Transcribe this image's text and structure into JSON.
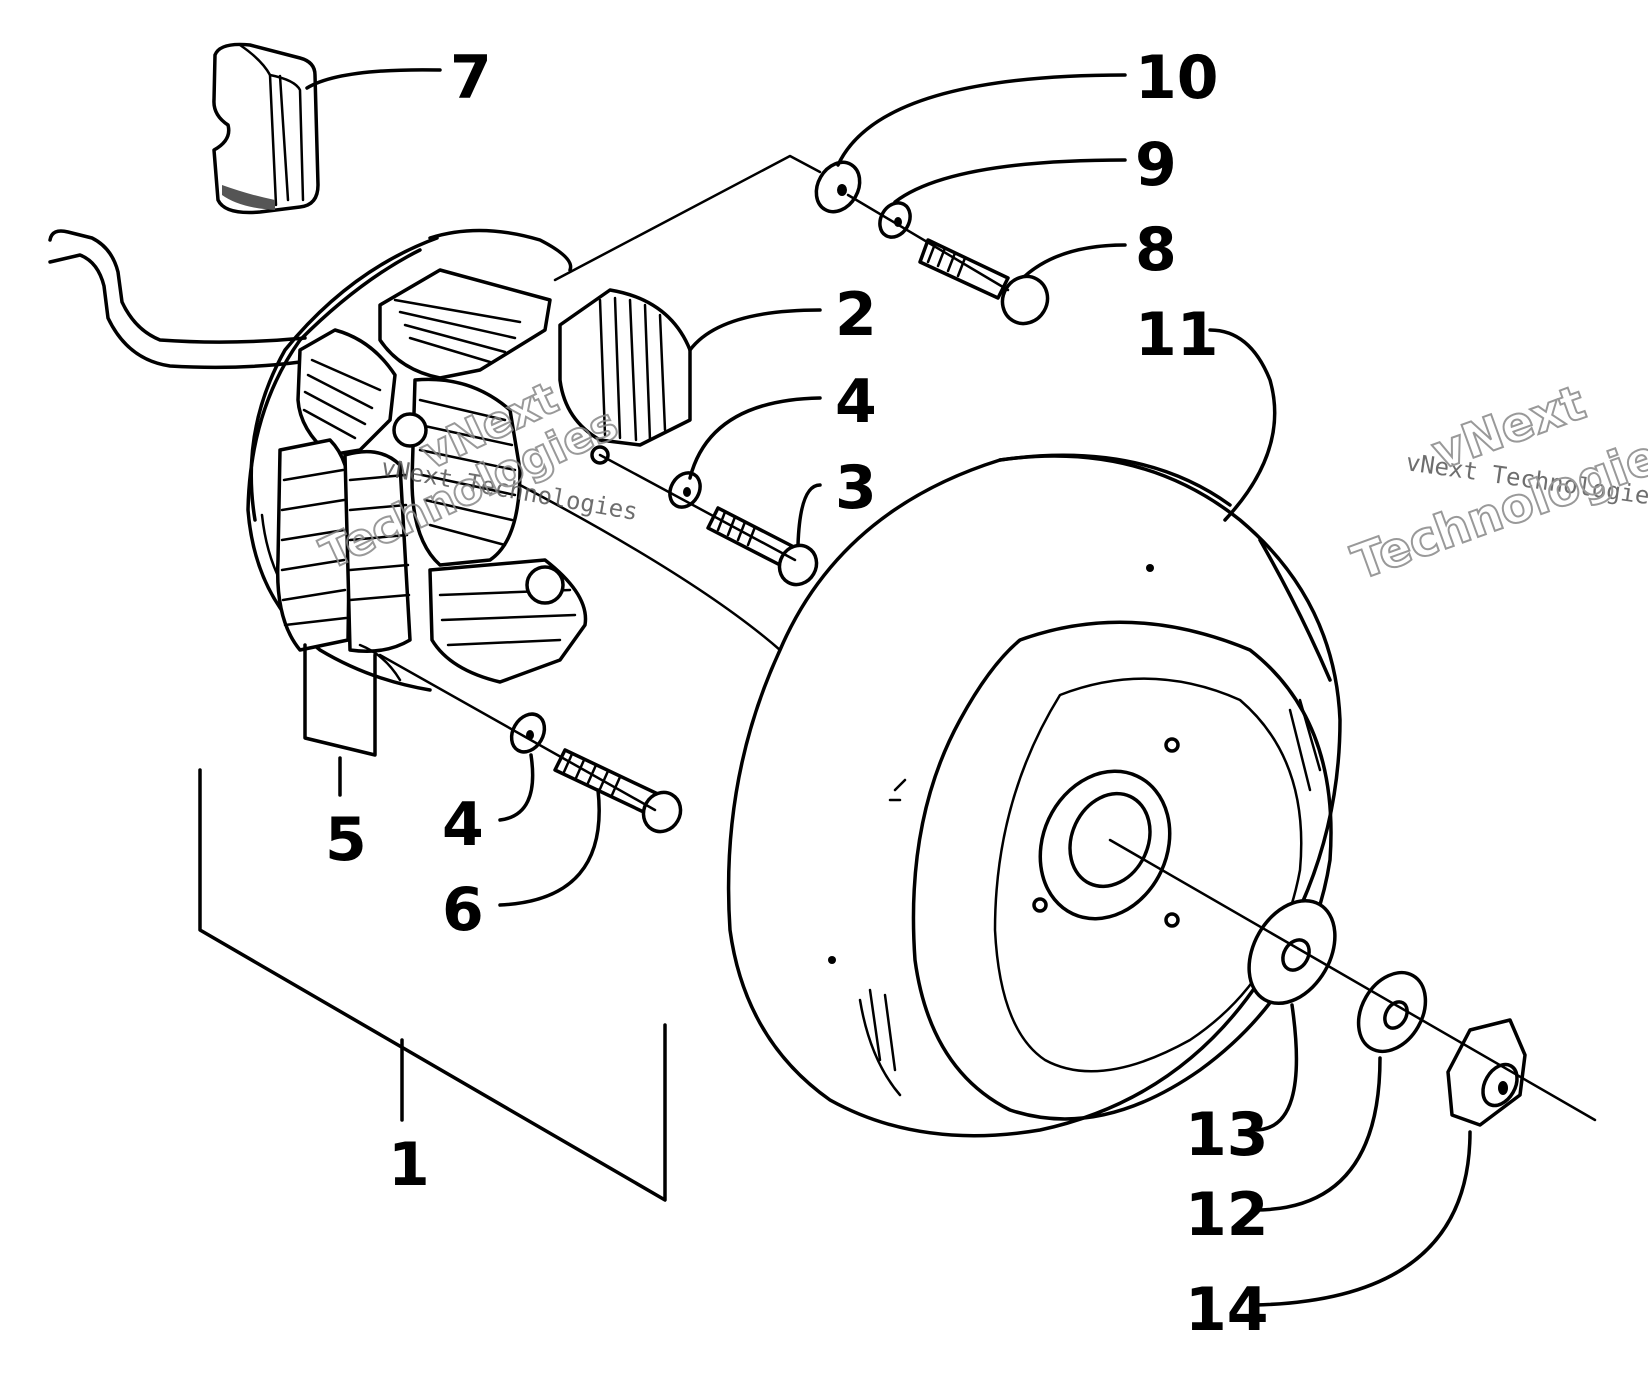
{
  "labels": {
    "p1": "1",
    "p2": "2",
    "p3": "3",
    "p4a": "4",
    "p4b": "4",
    "p5": "5",
    "p6": "6",
    "p7": "7",
    "p8": "8",
    "p9": "9",
    "p10": "10",
    "p11": "11",
    "p12": "12",
    "p13": "13",
    "p14": "14"
  },
  "watermarks": {
    "left_small": "vNext Technologies",
    "left_big_1": "vNext",
    "left_big_2": "Technologies",
    "right_small": "vNext Technologies",
    "right_big_1": "vNext",
    "right_big_2": "Technologies"
  },
  "colors": {
    "line": "#000000",
    "background": "#ffffff",
    "watermark": "#888888"
  }
}
